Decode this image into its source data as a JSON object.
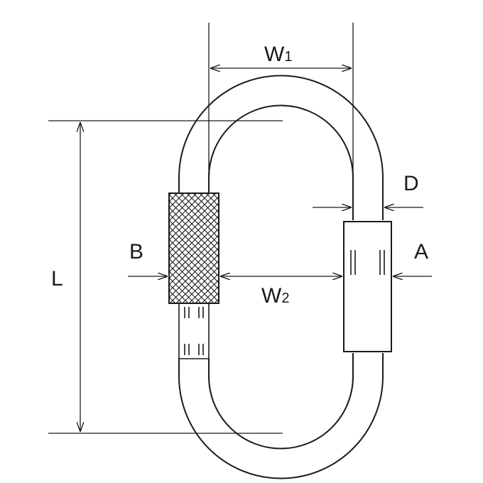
{
  "labels": {
    "w1_main": "W",
    "w1_sub": "1",
    "w2_main": "W",
    "w2_sub": "2",
    "length": "L",
    "b": "B",
    "d": "D",
    "a": "A"
  },
  "colors": {
    "line": "#1a1a1a",
    "background": "#ffffff"
  }
}
